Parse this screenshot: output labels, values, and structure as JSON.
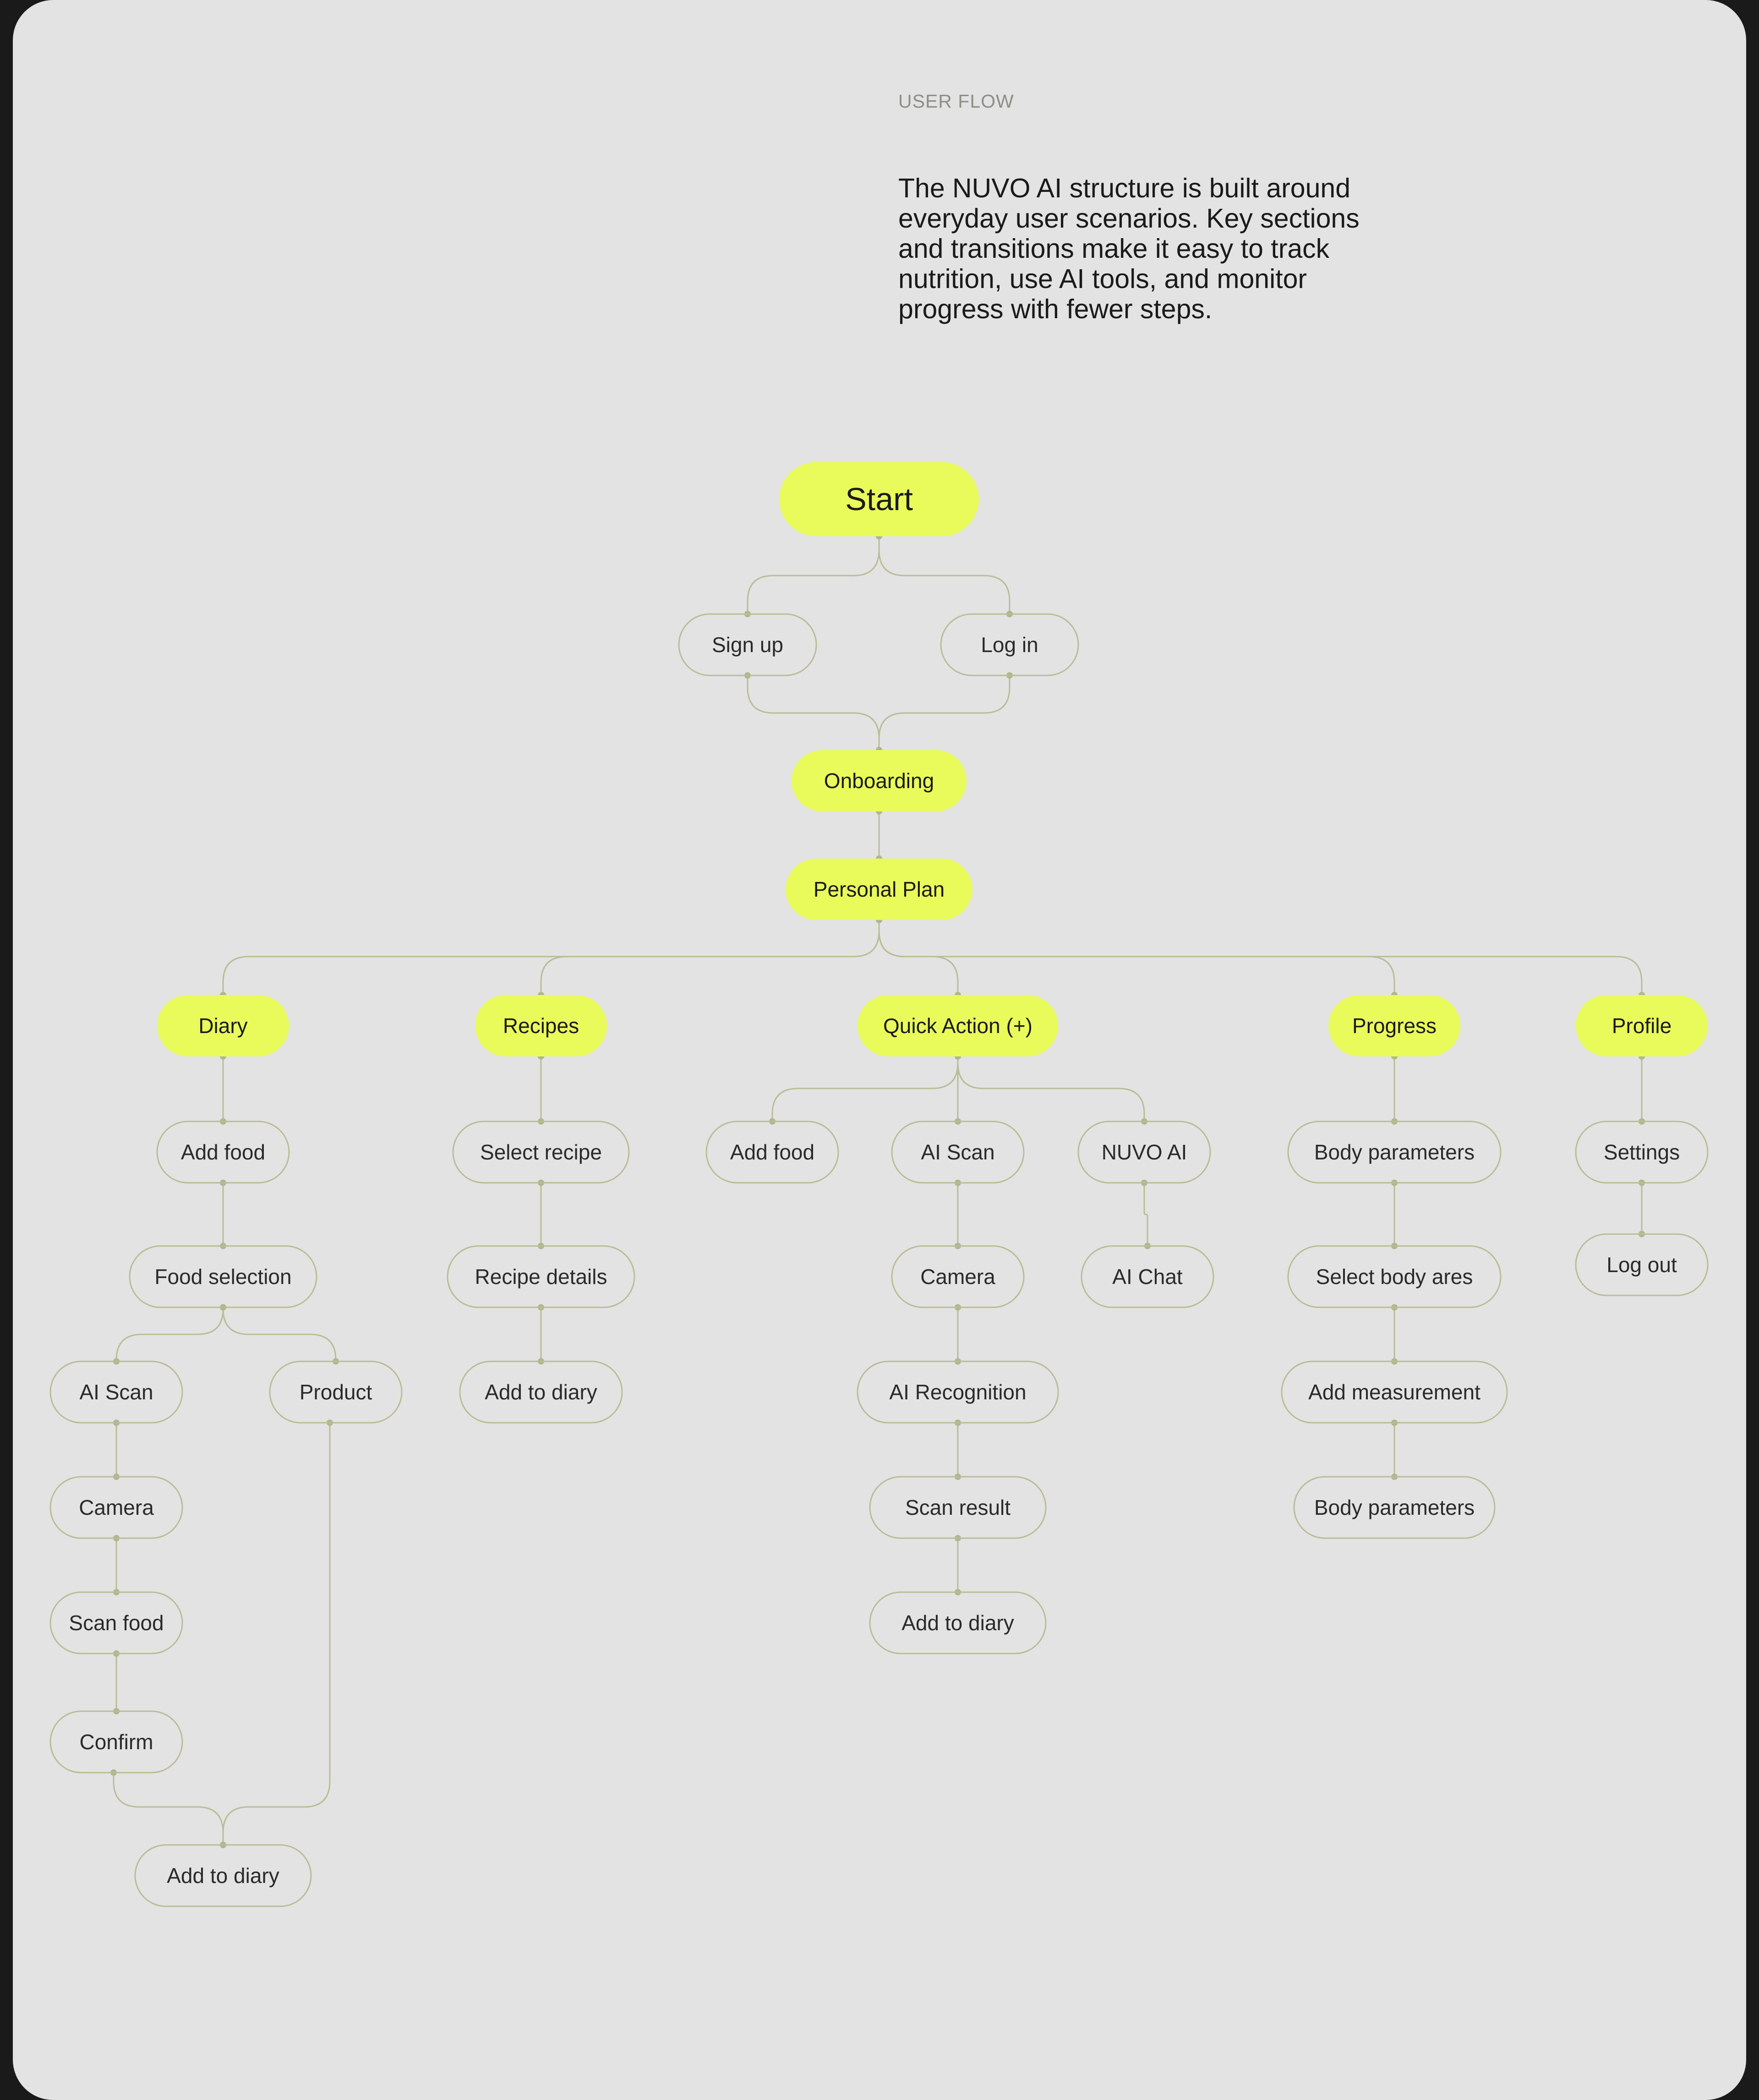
{
  "section_label": "USER FLOW",
  "intro": "The NUVO AI structure is built around everyday user scenarios. Key sections and transitions make it easy to track nutrition, use AI tools, and monitor progress with fewer steps.",
  "colors": {
    "card": "#e3e3e3",
    "frame": "#1a1a1a",
    "accent": "#e9fb5a",
    "line": "#b9bd96",
    "dot": "#b2b68e",
    "text": "#2a2a2a"
  },
  "nodes": [
    {
      "id": "start",
      "label": "Start",
      "key": true
    },
    {
      "id": "signup",
      "label": "Sign up",
      "key": false
    },
    {
      "id": "login",
      "label": "Log in",
      "key": false
    },
    {
      "id": "onboarding",
      "label": "Onboarding",
      "key": true
    },
    {
      "id": "plan",
      "label": "Personal Plan",
      "key": true
    },
    {
      "id": "diary",
      "label": "Diary",
      "key": true
    },
    {
      "id": "recipes",
      "label": "Recipes",
      "key": true
    },
    {
      "id": "quick",
      "label": "Quick Action (+)",
      "key": true
    },
    {
      "id": "progress",
      "label": "Progress",
      "key": true
    },
    {
      "id": "profile",
      "label": "Profile",
      "key": true
    },
    {
      "id": "d_addfood",
      "label": "Add food",
      "key": false
    },
    {
      "id": "d_foodsel",
      "label": "Food selection",
      "key": false
    },
    {
      "id": "d_aiscan",
      "label": "AI Scan",
      "key": false
    },
    {
      "id": "d_product",
      "label": "Product",
      "key": false
    },
    {
      "id": "d_camera",
      "label": "Camera",
      "key": false
    },
    {
      "id": "d_scanfood",
      "label": "Scan food",
      "key": false
    },
    {
      "id": "d_confirm",
      "label": "Confirm",
      "key": false
    },
    {
      "id": "d_adddiary",
      "label": "Add to diary",
      "key": false
    },
    {
      "id": "r_select",
      "label": "Select recipe",
      "key": false
    },
    {
      "id": "r_details",
      "label": "Recipe details",
      "key": false
    },
    {
      "id": "r_adddiary",
      "label": "Add to diary",
      "key": false
    },
    {
      "id": "q_addfood",
      "label": "Add food",
      "key": false
    },
    {
      "id": "q_aiscan",
      "label": "AI Scan",
      "key": false
    },
    {
      "id": "q_nuvo",
      "label": "NUVO AI",
      "key": false
    },
    {
      "id": "q_camera",
      "label": "Camera",
      "key": false
    },
    {
      "id": "q_chat",
      "label": "AI Chat",
      "key": false
    },
    {
      "id": "q_recog",
      "label": "AI Recognition",
      "key": false
    },
    {
      "id": "q_result",
      "label": "Scan result",
      "key": false
    },
    {
      "id": "q_adddiary",
      "label": "Add to diary",
      "key": false
    },
    {
      "id": "p_body1",
      "label": "Body parameters",
      "key": false
    },
    {
      "id": "p_select",
      "label": "Select body ares",
      "key": false
    },
    {
      "id": "p_measure",
      "label": "Add measurement",
      "key": false
    },
    {
      "id": "p_body2",
      "label": "Body parameters",
      "key": false
    },
    {
      "id": "pr_settings",
      "label": "Settings",
      "key": false
    },
    {
      "id": "pr_logout",
      "label": "Log out",
      "key": false
    }
  ],
  "edges": [
    [
      "start",
      "signup"
    ],
    [
      "start",
      "login"
    ],
    [
      "signup",
      "onboarding"
    ],
    [
      "login",
      "onboarding"
    ],
    [
      "onboarding",
      "plan"
    ],
    [
      "plan",
      "diary"
    ],
    [
      "plan",
      "recipes"
    ],
    [
      "plan",
      "quick"
    ],
    [
      "plan",
      "progress"
    ],
    [
      "plan",
      "profile"
    ],
    [
      "diary",
      "d_addfood"
    ],
    [
      "d_addfood",
      "d_foodsel"
    ],
    [
      "d_foodsel",
      "d_aiscan"
    ],
    [
      "d_foodsel",
      "d_product"
    ],
    [
      "d_aiscan",
      "d_camera"
    ],
    [
      "d_camera",
      "d_scanfood"
    ],
    [
      "d_scanfood",
      "d_confirm"
    ],
    [
      "d_confirm",
      "d_adddiary"
    ],
    [
      "d_product",
      "d_adddiary"
    ],
    [
      "recipes",
      "r_select"
    ],
    [
      "r_select",
      "r_details"
    ],
    [
      "r_details",
      "r_adddiary"
    ],
    [
      "quick",
      "q_addfood"
    ],
    [
      "quick",
      "q_aiscan"
    ],
    [
      "quick",
      "q_nuvo"
    ],
    [
      "q_aiscan",
      "q_camera"
    ],
    [
      "q_camera",
      "q_recog"
    ],
    [
      "q_recog",
      "q_result"
    ],
    [
      "q_result",
      "q_adddiary"
    ],
    [
      "q_nuvo",
      "q_chat"
    ],
    [
      "progress",
      "p_body1"
    ],
    [
      "p_body1",
      "p_select"
    ],
    [
      "p_select",
      "p_measure"
    ],
    [
      "p_measure",
      "p_body2"
    ],
    [
      "profile",
      "pr_settings"
    ],
    [
      "pr_settings",
      "pr_logout"
    ]
  ]
}
